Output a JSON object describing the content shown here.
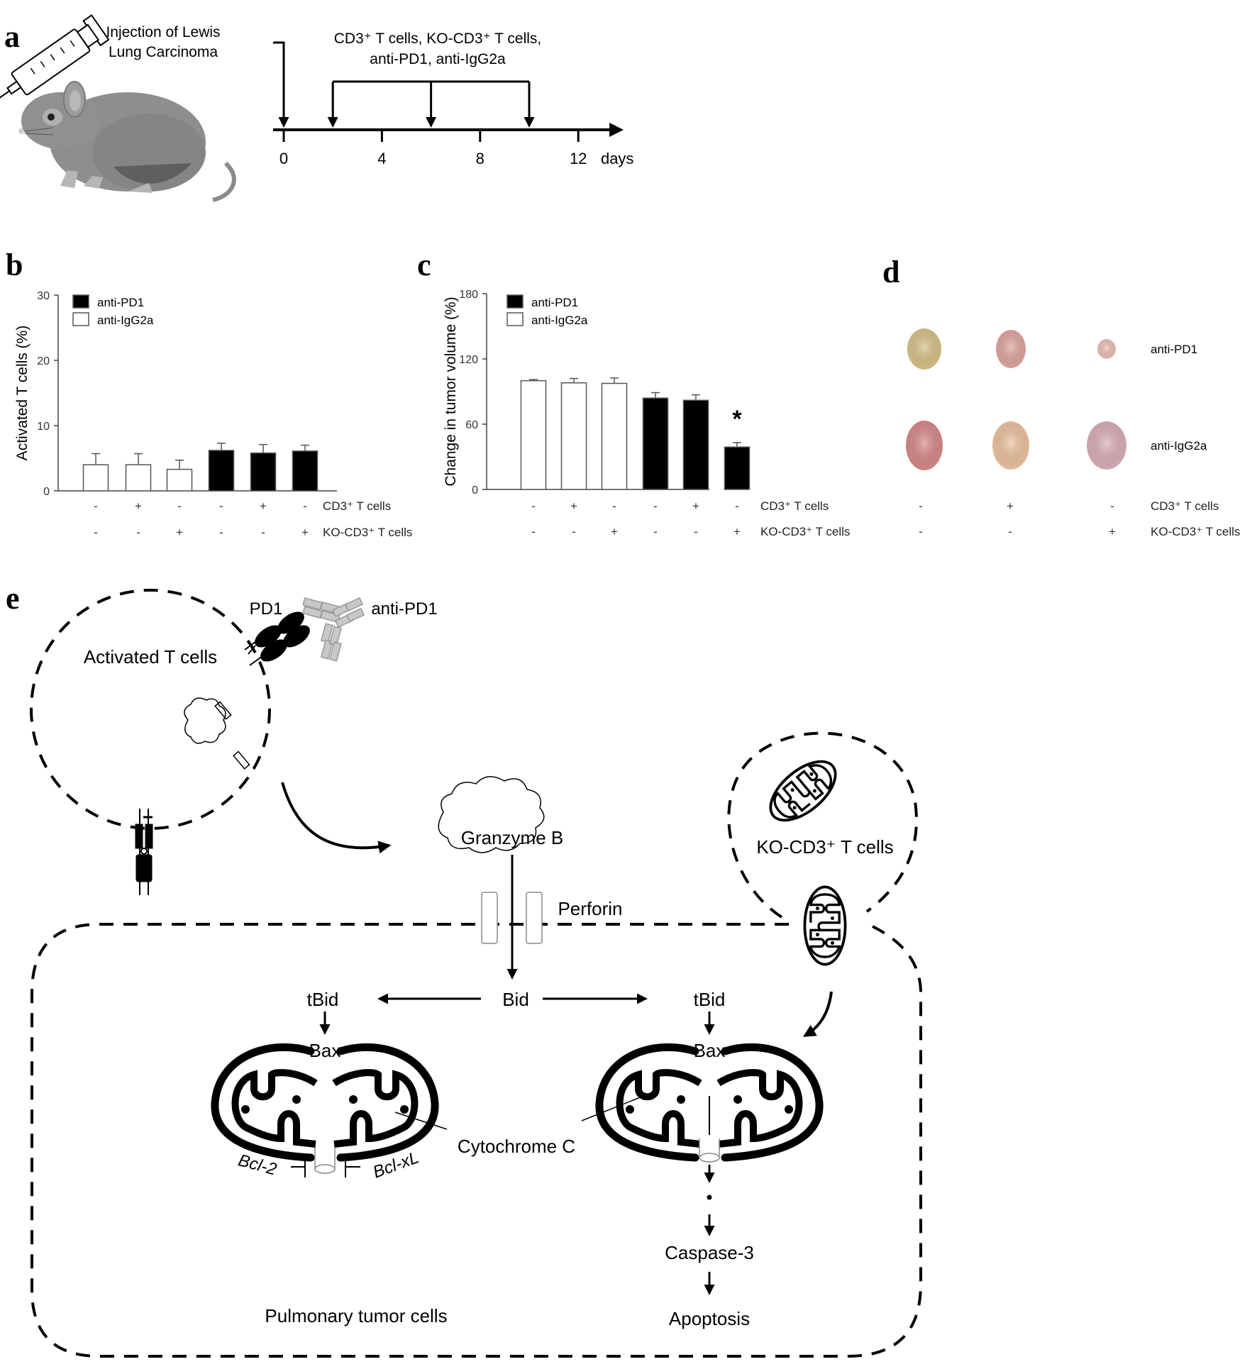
{
  "panels": {
    "a": {
      "letter": "a",
      "injection_label_line1": "Injection of Lewis",
      "injection_label_line2": "Lung Carcinoma",
      "treatment_label_line1": "CD3⁺ T cells, KO-CD3⁺ T cells,",
      "treatment_label_line2": "anti-PD1, anti-IgG2a",
      "timeline": {
        "ticks": [
          0,
          4,
          8,
          12
        ],
        "tick_labels": [
          "0",
          "4",
          "8",
          "12"
        ],
        "unit": "days",
        "range": [
          0,
          13.5
        ],
        "injection_day": 0,
        "treatment_days": [
          2,
          6,
          10
        ]
      }
    },
    "b": {
      "letter": "b"
    },
    "c": {
      "letter": "c"
    },
    "d": {
      "letter": "d",
      "row_labels": [
        "anti-PD1",
        "anti-IgG2a"
      ],
      "condition_rows": [
        {
          "label": "CD3⁺ T cells",
          "values": [
            "-",
            "+",
            "-"
          ]
        },
        {
          "label": "KO-CD3⁺ T cells",
          "values": [
            "-",
            "-",
            "+"
          ]
        }
      ],
      "tumor_colors": {
        "anti-PD1": [
          "#d9c48a",
          "#e2a8a0",
          "#efc0b8"
        ],
        "anti-IgG2a": [
          "#d98a8a",
          "#efc4a0",
          "#dcb0b8"
        ]
      }
    },
    "e": {
      "letter": "e",
      "labels": {
        "activated_t_cells": "Activated T cells",
        "pd1": "PD1",
        "anti_pd1": "anti-PD1",
        "granzyme_b": "Granzyme B",
        "perforin": "Perforin",
        "ko_cd3_t_cells": "KO-CD3⁺ T cells",
        "bid": "Bid",
        "tbid_left": "tBid",
        "tbid_right": "tBid",
        "bax_left": "Bax",
        "bax_right": "Bax",
        "cytochrome_c": "Cytochrome C",
        "bcl2": "Bcl-2",
        "bclxl": "Bcl-xL",
        "caspase3": "Caspase-3",
        "apoptosis": "Apoptosis",
        "pulmonary_tumor_cells": "Pulmonary tumor cells"
      }
    }
  },
  "chart_data": [
    {
      "id": "b",
      "type": "bar",
      "title": "",
      "xlabel": "",
      "ylabel": "Activated T cells (%)",
      "ylim": [
        0,
        30
      ],
      "yticks": [
        0,
        10,
        20,
        30
      ],
      "grid": false,
      "legend": {
        "placement": "top-left",
        "entries": [
          {
            "name": "anti-PD1",
            "color": "#000000"
          },
          {
            "name": "anti-IgG2a",
            "color": "#ffffff"
          }
        ]
      },
      "condition_rows": [
        {
          "label": "CD3⁺ T cells",
          "values": [
            "-",
            "+",
            "-",
            "-",
            "+",
            "-"
          ]
        },
        {
          "label": "KO-CD3⁺ T cells",
          "values": [
            "-",
            "-",
            "+",
            "-",
            "-",
            "+"
          ]
        }
      ],
      "bars": [
        {
          "series": "anti-IgG2a",
          "value": 4.0,
          "error": 1.7
        },
        {
          "series": "anti-IgG2a",
          "value": 4.0,
          "error": 1.7
        },
        {
          "series": "anti-IgG2a",
          "value": 3.3,
          "error": 1.4
        },
        {
          "series": "anti-PD1",
          "value": 6.2,
          "error": 1.1
        },
        {
          "series": "anti-PD1",
          "value": 5.8,
          "error": 1.3
        },
        {
          "series": "anti-PD1",
          "value": 6.1,
          "error": 0.9
        }
      ],
      "annotations": []
    },
    {
      "id": "c",
      "type": "bar",
      "title": "",
      "xlabel": "",
      "ylabel": "Change in tumor volume (%)",
      "ylim": [
        0,
        180
      ],
      "yticks": [
        0,
        60,
        120,
        180
      ],
      "grid": false,
      "legend": {
        "placement": "top-left",
        "entries": [
          {
            "name": "anti-PD1",
            "color": "#000000"
          },
          {
            "name": "anti-IgG2a",
            "color": "#ffffff"
          }
        ]
      },
      "condition_rows": [
        {
          "label": "CD3⁺ T cells",
          "values": [
            "-",
            "+",
            "-",
            "-",
            "+",
            "-"
          ]
        },
        {
          "label": "KO-CD3⁺ T cells",
          "values": [
            "-",
            "-",
            "+",
            "-",
            "-",
            "+"
          ]
        }
      ],
      "bars": [
        {
          "series": "anti-IgG2a",
          "value": 100,
          "error": 1
        },
        {
          "series": "anti-IgG2a",
          "value": 98,
          "error": 4
        },
        {
          "series": "anti-IgG2a",
          "value": 97.5,
          "error": 5
        },
        {
          "series": "anti-PD1",
          "value": 84,
          "error": 5
        },
        {
          "series": "anti-PD1",
          "value": 82,
          "error": 5
        },
        {
          "series": "anti-PD1",
          "value": 39,
          "error": 4
        }
      ],
      "annotations": [
        {
          "bar_index": 5,
          "text": "*"
        }
      ]
    }
  ]
}
